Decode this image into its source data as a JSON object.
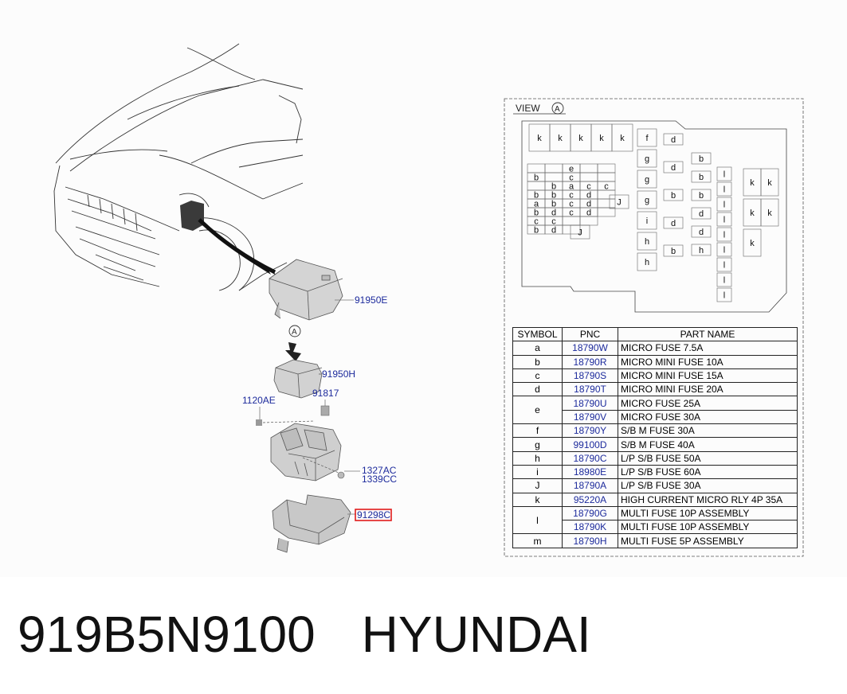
{
  "view_label": "VIEW",
  "view_marker": "A",
  "callouts": {
    "cover": "91950E",
    "marker": "A",
    "relay_box": "91950H",
    "bolt": "1120AE",
    "pin": "91817",
    "nut_a": "1327AC",
    "nut_b": "1339CC",
    "lower_cover": "91298C"
  },
  "fuse_layout": {
    "top_relays": [
      "k",
      "k",
      "k",
      "k",
      "k"
    ],
    "left_block": [
      [
        "",
        "",
        "e",
        "",
        ""
      ],
      [
        "b",
        "",
        "c",
        "",
        ""
      ],
      [
        "",
        "b",
        "a",
        "c",
        "c"
      ],
      [
        "b",
        "b",
        "c",
        "d",
        ""
      ],
      [
        "a",
        "b",
        "c",
        "d",
        ""
      ],
      [
        "b",
        "d",
        "c",
        "d",
        ""
      ],
      [
        "c",
        "c",
        "",
        ""
      ],
      [
        "b",
        "d",
        ""
      ]
    ],
    "left_j": [
      "J",
      "J"
    ],
    "mid_col": [
      "f",
      "g",
      "g",
      "g",
      "i",
      "h",
      "h"
    ],
    "d_col": [
      "d",
      "d",
      "b",
      "d",
      "b"
    ],
    "b_col": [
      "b",
      "b",
      "b",
      "d",
      "d",
      "h"
    ],
    "l_col": [
      "l",
      "l",
      "l",
      "l",
      "l",
      "l",
      "l",
      "l",
      "l"
    ],
    "right_k": [
      "k",
      "k",
      "k",
      "k",
      "k"
    ]
  },
  "table": {
    "headers": [
      "SYMBOL",
      "PNC",
      "PART NAME"
    ],
    "rows": [
      {
        "symbol": "a",
        "items": [
          {
            "pnc": "18790W",
            "name": "MICRO FUSE 7.5A"
          }
        ]
      },
      {
        "symbol": "b",
        "items": [
          {
            "pnc": "18790R",
            "name": "MICRO MINI FUSE 10A"
          }
        ]
      },
      {
        "symbol": "c",
        "items": [
          {
            "pnc": "18790S",
            "name": "MICRO MINI FUSE 15A"
          }
        ]
      },
      {
        "symbol": "d",
        "items": [
          {
            "pnc": "18790T",
            "name": "MICRO MINI FUSE 20A"
          }
        ]
      },
      {
        "symbol": "e",
        "items": [
          {
            "pnc": "18790U",
            "name": "MICRO FUSE 25A"
          },
          {
            "pnc": "18790V",
            "name": "MICRO FUSE 30A"
          }
        ]
      },
      {
        "symbol": "f",
        "items": [
          {
            "pnc": "18790Y",
            "name": "S/B M FUSE 30A"
          }
        ]
      },
      {
        "symbol": "g",
        "items": [
          {
            "pnc": "99100D",
            "name": "S/B M FUSE 40A"
          }
        ]
      },
      {
        "symbol": "h",
        "items": [
          {
            "pnc": "18790C",
            "name": "L/P S/B FUSE 50A"
          }
        ]
      },
      {
        "symbol": "i",
        "items": [
          {
            "pnc": "18980E",
            "name": "L/P S/B FUSE 60A"
          }
        ]
      },
      {
        "symbol": "J",
        "items": [
          {
            "pnc": "18790A",
            "name": "L/P S/B FUSE 30A"
          }
        ]
      },
      {
        "symbol": "k",
        "items": [
          {
            "pnc": "95220A",
            "name": "HIGH CURRENT MICRO RLY 4P 35A"
          }
        ]
      },
      {
        "symbol": "l",
        "items": [
          {
            "pnc": "18790G",
            "name": "MULTI FUSE 10P ASSEMBLY"
          },
          {
            "pnc": "18790K",
            "name": "MULTI FUSE 10P ASSEMBLY"
          }
        ]
      },
      {
        "symbol": "m",
        "items": [
          {
            "pnc": "18790H",
            "name": "MULTI FUSE 5P ASSEMBLY"
          }
        ]
      }
    ]
  },
  "footer": {
    "part_number": "919B5N9100",
    "brand": "HYUNDAI"
  },
  "colors": {
    "highlight": "#e01b1b",
    "pnc_link": "#1c2a9c"
  }
}
